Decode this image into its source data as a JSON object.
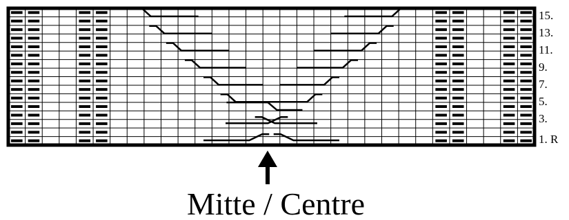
{
  "chart_data": {
    "type": "diagram",
    "columns": 31,
    "rows": 16,
    "row_labels": [
      "15.",
      "13.",
      "11.",
      "9.",
      "7.",
      "5.",
      "3.",
      "1. R"
    ],
    "caption": "Mitte / Centre",
    "center_marker": "up-arrow-icon"
  }
}
